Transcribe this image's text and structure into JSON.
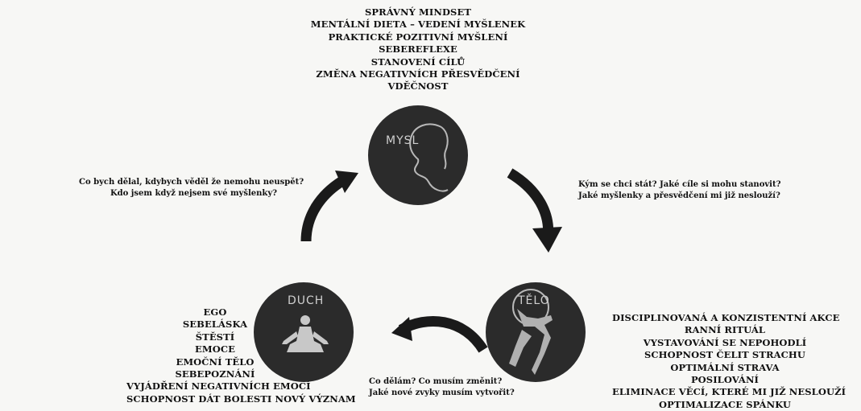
{
  "mysl": {
    "label": "MYSL",
    "items": [
      "SPRÁVNÝ MINDSET",
      "MENTÁLNÍ DIETA – VEDENÍ MYŠLENEK",
      "PRAKTICKÉ POZITIVNÍ MYŠLENÍ",
      "SEBEREFLEXE",
      "STANOVENÍ CÍLŮ",
      "ZMĚNA NEGATIVNÍCH PŘESVĚDČENÍ",
      "VDĚČNOST"
    ]
  },
  "duch": {
    "label": "DUCH",
    "items": [
      "EGO",
      "SEBELÁSKA",
      "ŠTĚSTÍ",
      "EMOCE",
      "EMOČNÍ TĚLO",
      "SEBEPOZNÁNÍ",
      "VYJÁDŘENÍ NEGATIVNÍCH EMOCÍ",
      "SCHOPNOST DÁT BOLESTI NOVÝ VÝZNAM"
    ]
  },
  "telo": {
    "label": "TĚLO",
    "items": [
      "DISCIPLINOVANÁ A KONZISTENTNÍ AKCE",
      "RANNÍ RITUÁL",
      "VYSTAVOVÁNÍ SE NEPOHODLÍ",
      "SCHOPNOST ČELIT STRACHU",
      "OPTIMÁLNÍ STRAVA",
      "POSILOVÁNÍ",
      "ELIMINACE VĚCÍ, KTERÉ MI JIŽ NESLOUŽÍ",
      "OPTIMALIZACE SPÁNKU"
    ]
  },
  "questions": {
    "left": [
      "Co bych dělal, kdybych věděl že nemohu neuspět?",
      "Kdo jsem když nejsem své myšlenky?"
    ],
    "right": [
      "Kým se chci stát? Jaké cíle si mohu stanovit?",
      "Jaké myšlenky a přesvědčení mi již neslouží?"
    ],
    "bottom": [
      "Co dělám? Co musím změnit?",
      "Jaké nové zvyky musím vytvořit?"
    ]
  },
  "colors": {
    "circle": "#2b2b2b",
    "arrow": "#1a1a1a",
    "figure": "#c8c8c8"
  }
}
